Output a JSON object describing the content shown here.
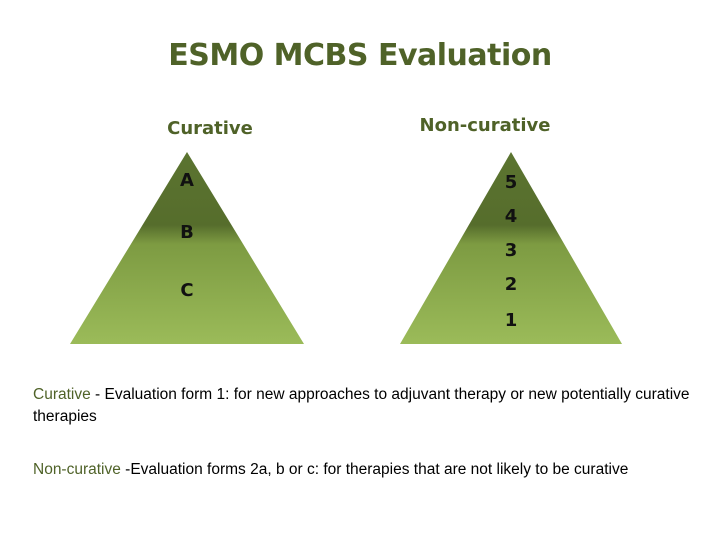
{
  "title": "ESMO MCBS Evaluation",
  "colors": {
    "title": "#4f6228",
    "pyramid_top": "#556b2f",
    "pyramid_mid": "#5f7a33",
    "pyramid_bottom": "#9bbb59",
    "tier_text": "#111111"
  },
  "pyramids": {
    "curative": {
      "label": "Curative",
      "tiers": [
        "A",
        "B",
        "C"
      ]
    },
    "non_curative": {
      "label": "Non-curative",
      "tiers": [
        "5",
        "4",
        "3",
        "2",
        "1"
      ]
    }
  },
  "descriptions": {
    "curative": {
      "term": "Curative",
      "text": " - Evaluation form 1: for new approaches to adjuvant therapy or new potentially curative therapies"
    },
    "non_curative": {
      "term": "Non-curative",
      "text": " -Evaluation forms 2a, b or c: for therapies that are not likely to be curative"
    }
  }
}
